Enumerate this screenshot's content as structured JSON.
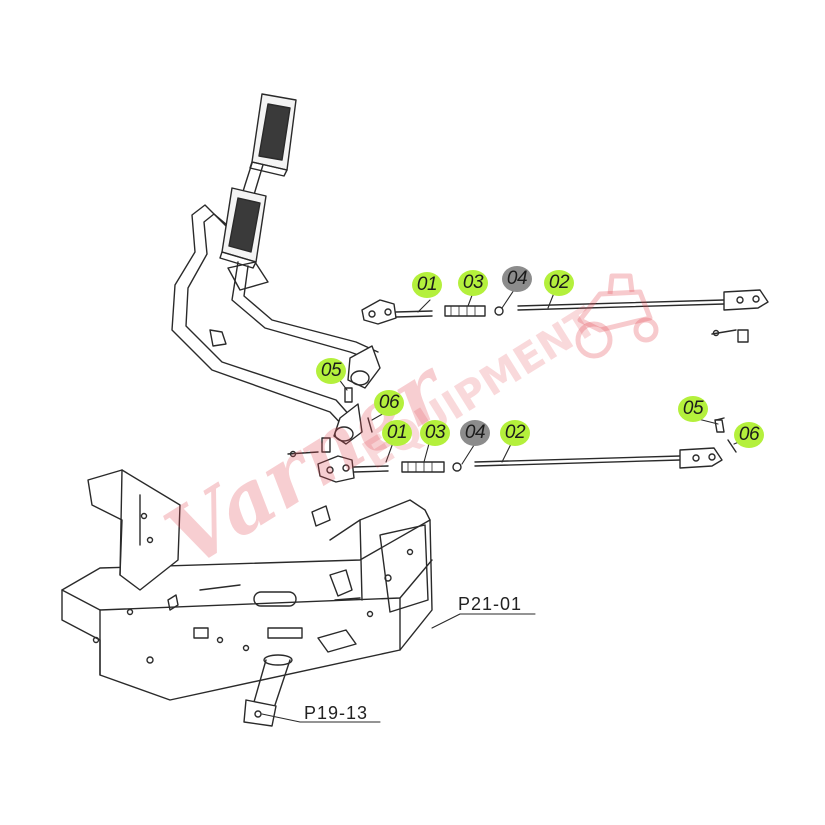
{
  "watermark": {
    "text": "Varner",
    "subtext": "EQUIPMENT",
    "icon": "tractor-icon",
    "color": "#e4505a"
  },
  "colors": {
    "highlight_green": "#b4f03c",
    "highlight_gray": "#8c8c8c",
    "line": "#2a2a2a"
  },
  "callouts": [
    {
      "id": "upper-01",
      "label": "01",
      "style": "green"
    },
    {
      "id": "upper-03",
      "label": "03",
      "style": "green"
    },
    {
      "id": "upper-04",
      "label": "04",
      "style": "gray"
    },
    {
      "id": "upper-02",
      "label": "02",
      "style": "green"
    },
    {
      "id": "left-05",
      "label": "05",
      "style": "green"
    },
    {
      "id": "left-06",
      "label": "06",
      "style": "green"
    },
    {
      "id": "lower-01",
      "label": "01",
      "style": "green"
    },
    {
      "id": "lower-03",
      "label": "03",
      "style": "green"
    },
    {
      "id": "lower-04",
      "label": "04",
      "style": "gray"
    },
    {
      "id": "lower-02",
      "label": "02",
      "style": "green"
    },
    {
      "id": "right-05",
      "label": "05",
      "style": "green"
    },
    {
      "id": "right-06",
      "label": "06",
      "style": "green"
    }
  ],
  "references": [
    {
      "id": "frame",
      "label": "P21-01"
    },
    {
      "id": "pivot",
      "label": "P19-13"
    }
  ]
}
